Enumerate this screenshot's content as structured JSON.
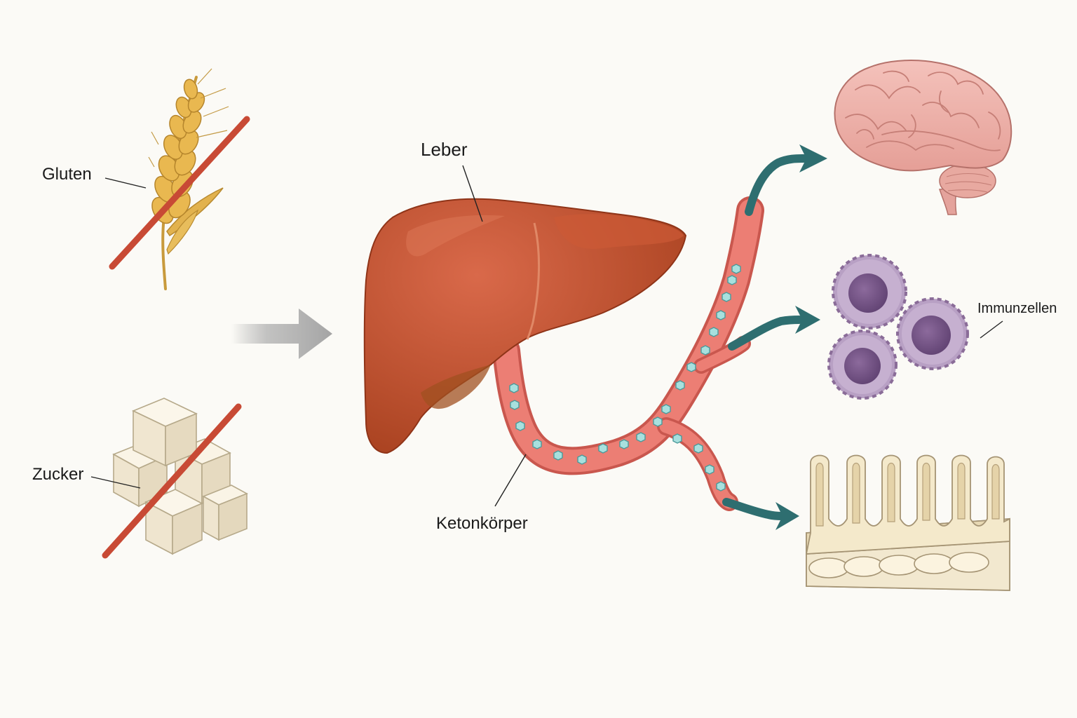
{
  "labels": {
    "gluten": "Gluten",
    "zucker": "Zucker",
    "leber": "Leber",
    "ketonkoerper": "Ketonkörper",
    "immunzellen": "Immunzellen"
  },
  "icons": {
    "wheat": "wheat-icon",
    "sugar": "sugar-cubes-icon",
    "forbidden": "strike-through-line",
    "liver": "liver-illustration",
    "vessel": "blood-vessel",
    "brain": "brain-illustration",
    "immune": "immune-cells-illustration",
    "gut": "intestinal-villi-illustration"
  },
  "colors": {
    "background": "#fbfaf6",
    "strike": "#c84a35",
    "liver": "#c4502f",
    "vessel": "#e8716a",
    "ketone": "#a8e0de",
    "arrow_teal": "#2e6e70",
    "arrow_gray": "#a8a8a8",
    "brain": "#eeb0a8",
    "immune": "#9a7aa8",
    "gut": "#f1e6c9"
  }
}
